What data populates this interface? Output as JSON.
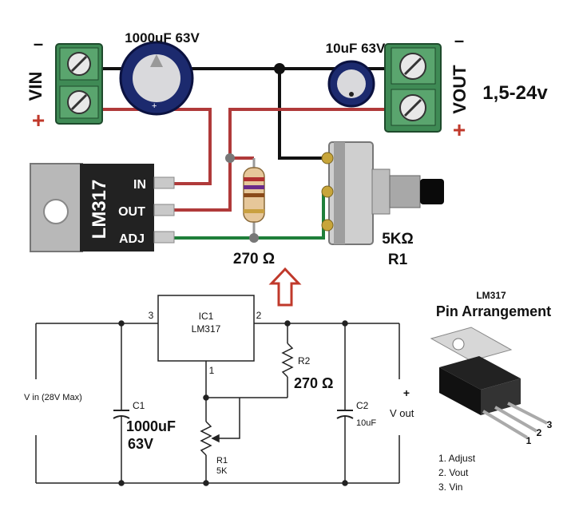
{
  "wiring": {
    "vin_minus": "–",
    "vin_label": "VIN",
    "vin_plus": "+",
    "cap1_label": "1000uF 63V",
    "cap2_label": "10uF 63V",
    "vout_minus": "–",
    "vout_label": "VOUT",
    "vout_plus": "+",
    "voltage_range": "1,5-24v",
    "ic_name": "LM317",
    "pin_in": "IN",
    "pin_out": "OUT",
    "pin_adj": "ADJ",
    "resistor_label": "270 Ω",
    "pot_value": "5KΩ",
    "pot_name": "R1"
  },
  "schematic": {
    "ic_ref": "IC1",
    "ic_name": "LM317",
    "pin3": "3",
    "pin2": "2",
    "pin1": "1",
    "r2_ref": "R2",
    "r2_value": "270 Ω",
    "vin_label": "V in (28V Max)",
    "c1_ref": "C1",
    "c1_value": "1000uF",
    "c1_volt": "63V",
    "r1_ref": "R1",
    "r1_value": "5K",
    "c2_ref": "C2",
    "c2_value": "10uF",
    "vout_label": "V out",
    "vout_plus": "+"
  },
  "pinout": {
    "title": "LM317",
    "subtitle": "Pin Arrangement",
    "num1": "1",
    "num2": "2",
    "num3": "3",
    "list1": "1. Adjust",
    "list2": "2. Vout",
    "list3": "3. Vin"
  },
  "colors": {
    "wire_red": "#b03a3a",
    "wire_green": "#1f7f3a",
    "wire_black": "#111111",
    "terminal_green": "#3f8a55",
    "cap_blue": "#1c2a6e",
    "arrow_red": "#c0392b"
  }
}
